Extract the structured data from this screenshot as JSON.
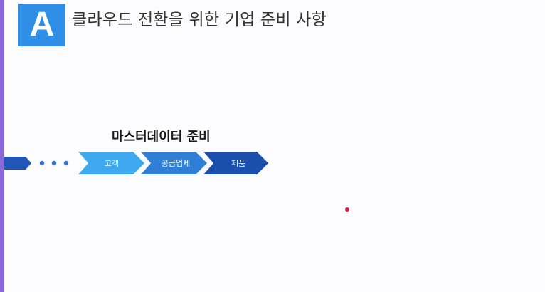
{
  "header": {
    "badge_letter": "A",
    "title": "클라우드 전환을 위한 기업 준비 사항"
  },
  "section": {
    "heading": "마스터데이터 준비"
  },
  "process": {
    "steps": [
      {
        "label": "고객",
        "color": "#3fa9f0"
      },
      {
        "label": "공급업체",
        "color": "#2f7fd6"
      },
      {
        "label": "제품",
        "color": "#1b4fae"
      }
    ],
    "lead_color": "#1f56b8",
    "dot_color": "#2a6fd0"
  },
  "colors": {
    "badge": "#2f8ee6",
    "frame": "#8a6ad8",
    "pointer": "#d81a3c"
  }
}
